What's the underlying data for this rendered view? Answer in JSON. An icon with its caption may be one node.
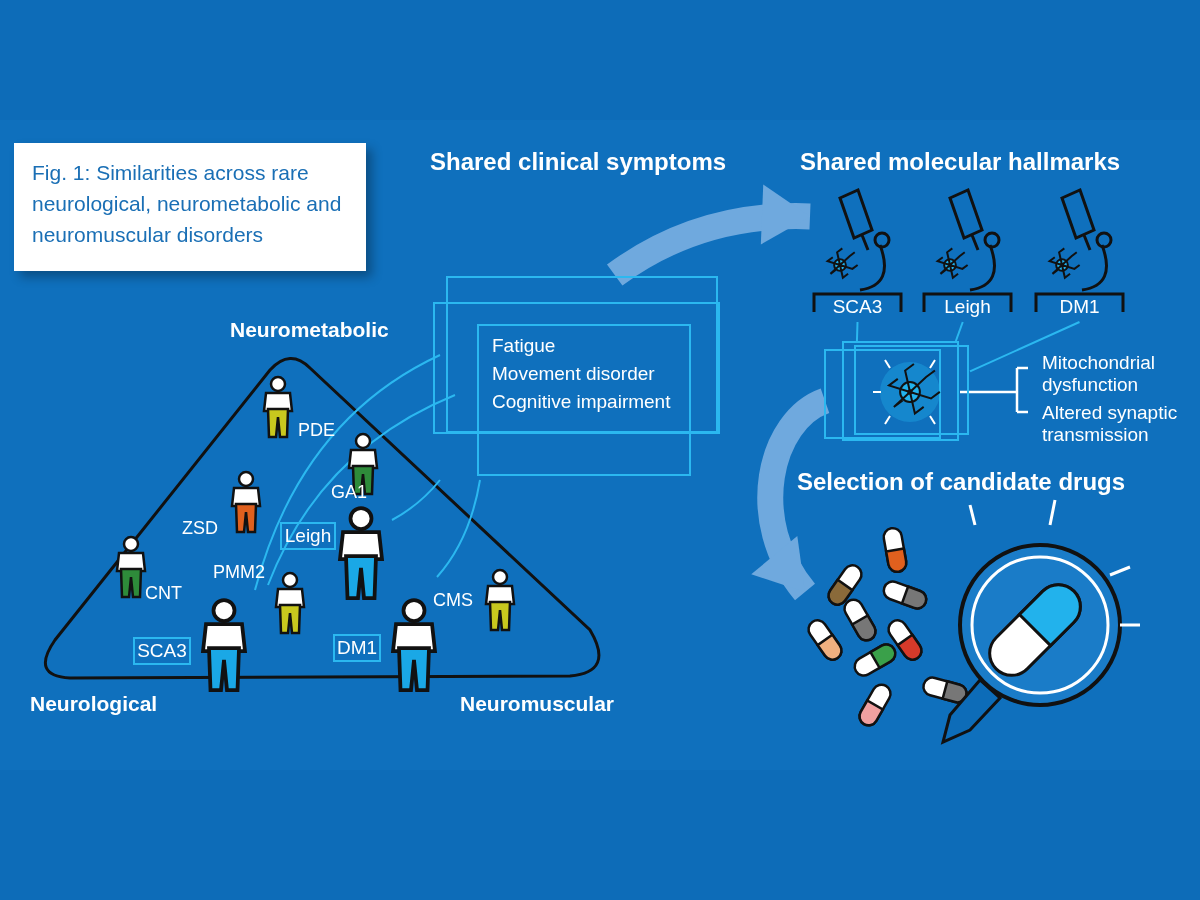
{
  "diagram": {
    "title": "Fig. 1: Similarities across rare neurological, neurometabolic and neuromuscular disorders",
    "nodes": [
      {
        "text": [
          "Leigh"
        ]
      },
      {
        "text": [
          "SCA3"
        ]
      },
      {
        "text": [
          "DM1"
        ]
      },
      {
        "text": [
          "Fatigue",
          "Movement disorder",
          "Cognitive impairment"
        ]
      },
      {
        "text": [
          "SCA3"
        ]
      },
      {
        "text": [
          "Leigh"
        ]
      },
      {
        "text": [
          "DM1"
        ]
      },
      {
        "text": [],
        "shape": "picture"
      },
      {
        "text": [],
        "shape": "picture"
      }
    ],
    "edges": [
      {
        "from": 3,
        "to": 4,
        "arrow": "to",
        "style": "thick",
        "color": "#6fa9de"
      },
      {
        "from": 4,
        "to": 7,
        "arrow": "none"
      },
      {
        "from": 5,
        "to": 7,
        "arrow": "none"
      },
      {
        "from": 6,
        "to": 7,
        "arrow": "none"
      },
      {
        "from": 7,
        "to": 8,
        "arrow": "to",
        "style": "thick",
        "color": "#6fa9de"
      }
    ],
    "labels": [
      "Shared clinical symptoms",
      "Shared molecular hallmarks",
      "Neurometabolic",
      "PDE",
      "GA1",
      "ZSD",
      "CNT",
      "PMM2",
      "CMS",
      "Neurological",
      "Neuromuscular",
      "Mitochondrial dysfunction",
      "Altered synaptic transmission",
      "Selection of candidate drugs"
    ]
  }
}
